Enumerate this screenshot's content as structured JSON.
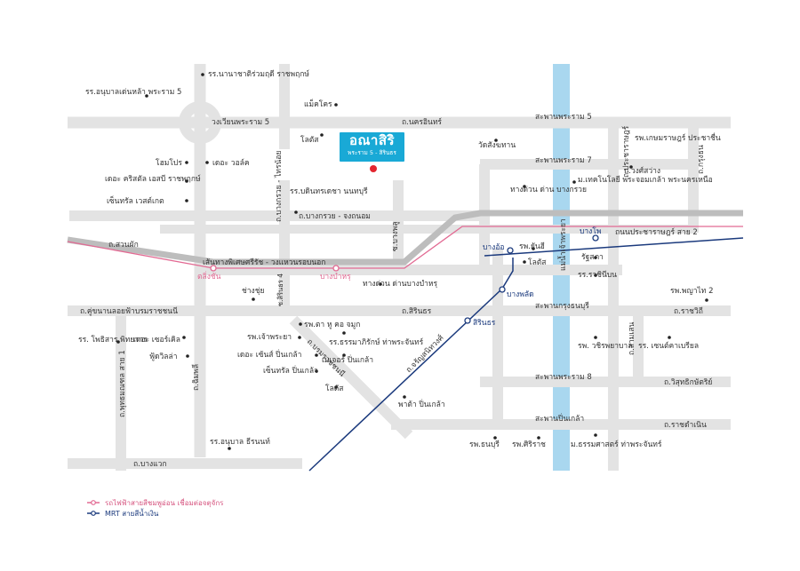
{
  "colors": {
    "road": "#e3e3e3",
    "expressway": "#bdbdbd",
    "river": "#a9d7ef",
    "pink_line": "#e26a93",
    "blue_line": "#1b3a7d",
    "brand": "#19a9d6",
    "target_marker": "#e3262f"
  },
  "project": {
    "name": "อณาสิริ",
    "subtitle": "พระราม 5 - สิรินธร"
  },
  "legend": {
    "pink_line": "รถไฟฟ้าสายสีชมพูอ่อน เชื่อมต่อจตุจักร",
    "blue_line": "MRT สายสีน้ำเงิน"
  },
  "roads": {
    "wongwian_rama5": "วงเวียนพระราม 5",
    "nakhon_in": "ถ.นครอินทร์",
    "bang_kruai_chong_thanom": "ถ.บางกรวย - จงถนอม",
    "bang_kruai_sai_noi": "ถ.บางกรวย - ไทรน้อย",
    "suan_phak": "ถ.สวนผัก",
    "kanchanaphisek": "เส้นทางพิเศษศรีรัช - วงแหวนรอบนอก",
    "pracharat_sai2": "ถนนประชาราษฎร์ สาย 2",
    "borommaratchachonnani_frontage": "ถ.คู่ขนานลอยฟ้าบรมราชชนนี",
    "sirindhorn": "ถ.สิรินธร",
    "ratchawithi": "ถ.ราชวิถี",
    "charan_sanitwong": "ถ.จรัญสนิทวงศ์",
    "borommaratchachonnani": "ถ.บรมราชชนนี",
    "phutthamonthon_sai1": "ถ.พุทธมณฑล สาย 1",
    "chimphli": "ถ.ฉิมพลี",
    "soi_sirin_4": "ซ.สิรินธร 4",
    "bang_waek": "ถ.บางแวก",
    "bang_phlu": "ซ.บางพลู",
    "wisut_kasat": "ถ.วิสุทธิกษัตริย์",
    "ratchadamnoen": "ถ.ราชดำเนิน",
    "pracharat": "ถ.ประชาราษฎร์",
    "krung_thon": "ถ.กรุงธน",
    "sam_sen": "ถ.สามเสน",
    "chao_phraya": "แม่น้ำเจ้าพระยา"
  },
  "bridges": {
    "rama5": "สะพานพระราม 5",
    "rama7": "สะพานพระราม 7",
    "krungthon": "สะพานกรุงธนบุรี",
    "rama8": "สะพานพระราม 8",
    "pinklao": "สะพานปิ่นเกล้า"
  },
  "stations": {
    "taling_chan": "ตลิ่งชัน",
    "bang_bamru": "บางบำหรุ",
    "bang_o": "บางอ้อ",
    "bang_pho": "บางโพ",
    "bang_phlat": "บางพลัด",
    "sirindhorn": "สิรินธร"
  },
  "places": {
    "nanachat_school": "รร.นานาชาติร่วมฤดี ราชพฤกษ์",
    "anuban_school": "รร.อนุบาลเด่นหล้า พระราม 5",
    "makro": "แม็คโคร",
    "lotus_north": "โลตัส",
    "homepro": "โฮมโปร",
    "the_walk": "เดอะ วอล์ค",
    "crystal": "เดอะ คริสตัล เอสบี ราชพฤกษ์",
    "central_westgate": "เซ็นทรัล เวสต์เกต",
    "bodindecha_school": "รร.บดินทรเดชา นนทบุรี",
    "wat_chaloem": "วัดสังฆทาน",
    "expressway_entrance": "ทางด่วน ด่าน บางกรวย",
    "kmutnb": "ม.เทคโนโลยี พระจอมเกล้า พระนครเหนือ",
    "kasem_bundit": "รพ.เกษมราษฎร์ ประชาชื่น",
    "wong_sawang": "ถ.วงศ์สว่าง",
    "yanhee": "รพ.ยันฮี",
    "lotus_bangphlat": "โลตัส",
    "rattha_sapha": "รัฐสภา",
    "ratchaphiphat": "รร.ราชินีบน",
    "phayathai2": "รพ.พญาไท 2",
    "chang_chui": "ช่างชุ่ย",
    "bang_bamru_toll": "ทางด่วน ด่านบางบำหรุ",
    "hos_taku": "รพ.ตา หู คอ จมูก",
    "thammasat_tha_phrachan_1": "รร.ธรรมาภิรักษ์ ท่าพระจันทร์",
    "chaophraya_hosp": "รพ.เจ้าพระยา",
    "the_sense": "เดอะ เซ้นส์ ปิ่นเกล้า",
    "major_pinklao": "เมเจอร์ ปิ่นเกล้า",
    "central_pinklao": "เซ็นทรัล ปิ่นเกล้า",
    "lotus_pinklao": "โลตัส",
    "pata": "พาต้า ปิ่นเกล้า",
    "phothisarn": "รร. โพธิสาร พิทยากร",
    "the_circle": "เดอะ เซอร์เคิล",
    "foodvilla": "ฟู้ดวิลล่า",
    "vajira": "รพ. วชิรพยาบาล",
    "st_gabriel": "รร. เซนต์คาเบรียล",
    "anuban_thonburi": "รร.อนุบาล ธีรนนท์",
    "rph_thonburi": "รพ.ธนบุรี",
    "siriraj": "รพ.ศิริราช",
    "thammasat_tha_phrachan_2": "ม.ธรรมศาสตร์ ท่าพระจันทร์"
  }
}
